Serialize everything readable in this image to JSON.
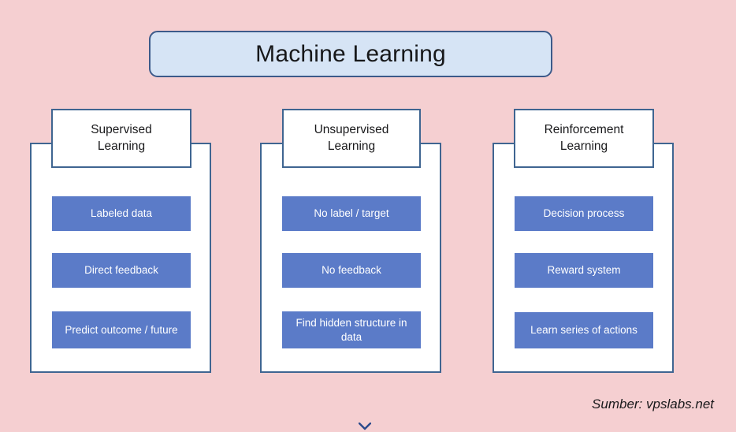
{
  "diagram": {
    "title": "Machine Learning",
    "columns": [
      {
        "header": "Supervised\nLearning",
        "header_line1": "Supervised",
        "header_line2": "Learning",
        "items": [
          "Labeled data",
          "Direct feedback",
          "Predict outcome / future"
        ]
      },
      {
        "header": "Unsupervised\nLearning",
        "header_line1": "Unsupervised",
        "header_line2": "Learning",
        "items": [
          "No label / target",
          "No feedback",
          "Find hidden structure in data"
        ]
      },
      {
        "header": "Reinforcement\nLearning",
        "header_line1": "Reinforcement",
        "header_line2": "Learning",
        "items": [
          "Decision process",
          "Reward system",
          "Learn series of actions"
        ]
      }
    ],
    "credit": "Sumber: vpslabs.net"
  },
  "colors": {
    "background": "#f5cfd1",
    "title_fill": "#d6e4f5",
    "title_border": "#3c5a8a",
    "box_border": "#3f6591",
    "item_fill": "#5b7bc8",
    "item_text": "#ffffff",
    "text": "#19191b",
    "panel_fill": "#ffffff"
  }
}
